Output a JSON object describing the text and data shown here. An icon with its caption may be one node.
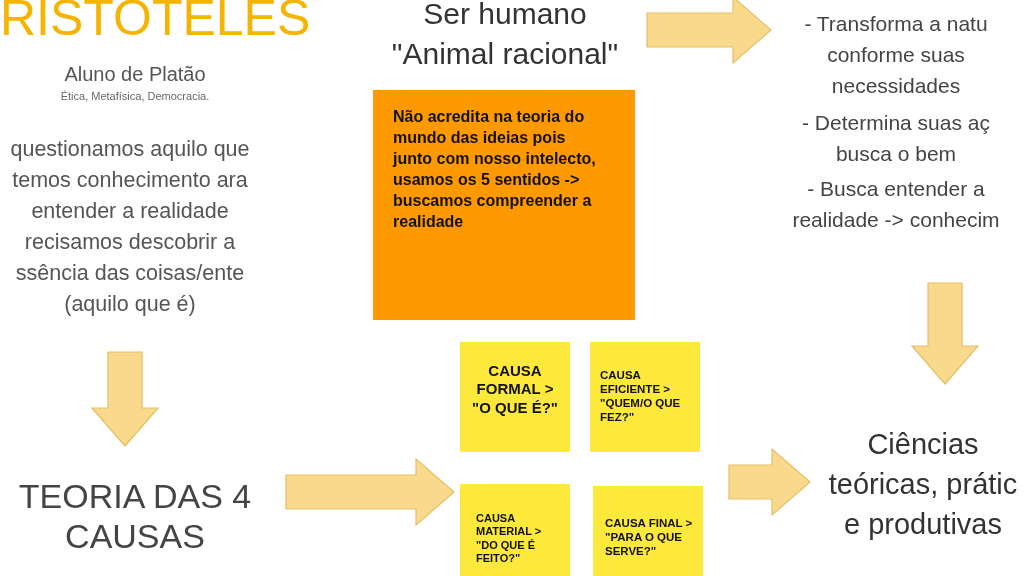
{
  "diagram": {
    "title": "RISTOTELES",
    "nodes": [
      {
        "text": [
          "Aluno de Platão",
          "Ética, Metafísica, Democracia.",
          "questionamos aquilo que temos conhecimento ara entender a realidade recisamos descobrir a ssência das coisas/ente (aquilo que é)"
        ]
      },
      {
        "text": [
          "TEORIA DAS 4 CAUSAS"
        ]
      },
      {
        "text": [
          "Ser humano \"Animal racional\""
        ]
      },
      {
        "text": [
          "Não acredita na teoria do mundo das ideias pois junto com nosso intelecto, usamos os 5 sentidos -> buscamos compreender a realidade"
        ]
      },
      {
        "text": [
          "- Transforma a natu conforme suas necessidades",
          "- Determina suas aç busca o bem",
          "- Busca entender a realidade -> conhecim"
        ]
      },
      {
        "text": [
          "CAUSA FORMAL > \"O QUE É?\""
        ]
      },
      {
        "text": [
          "CAUSA EFICIENTE > \"QUEM/O QUE FEZ?\""
        ]
      },
      {
        "text": [
          "CAUSA MATERIAL > \"DO QUE É FEITO?\""
        ]
      },
      {
        "text": [
          "CAUSA FINAL > \"PARA O QUE SERVE?\""
        ]
      },
      {
        "text": [
          "Ciências teóricas, prátic e produtivas"
        ]
      }
    ],
    "edges": [
      {
        "from": 0,
        "to": 1,
        "arrow": "to"
      },
      {
        "from": 1,
        "to": 7,
        "arrow": "to"
      },
      {
        "from": 2,
        "to": 4,
        "arrow": "to"
      },
      {
        "from": 4,
        "to": 9,
        "arrow": "to"
      },
      {
        "from": 8,
        "to": 9,
        "arrow": "to"
      }
    ]
  }
}
